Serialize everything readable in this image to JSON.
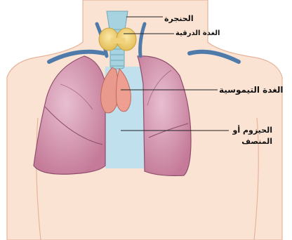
{
  "labels": {
    "larynx": "الحنجرة",
    "thyroid": "الغدة الدرقية",
    "thymus": "الغدة التيموسية",
    "mediastinum_line1": "الحيزوم أو",
    "mediastinum_line2": "المنصف"
  },
  "colors": {
    "skin": "#fbe3d4",
    "skin_outline": "#e7b39a",
    "lung": "#c9839e",
    "lung_light": "#e2b3c4",
    "lung_outline": "#8e4e6c",
    "thymus": "#e99a8c",
    "thyroid": "#f1d27a",
    "trachea": "#a6d3df",
    "mediastinum": "#bfe0ec",
    "vessel": "#4f7bab",
    "leader_line": "#222222"
  }
}
